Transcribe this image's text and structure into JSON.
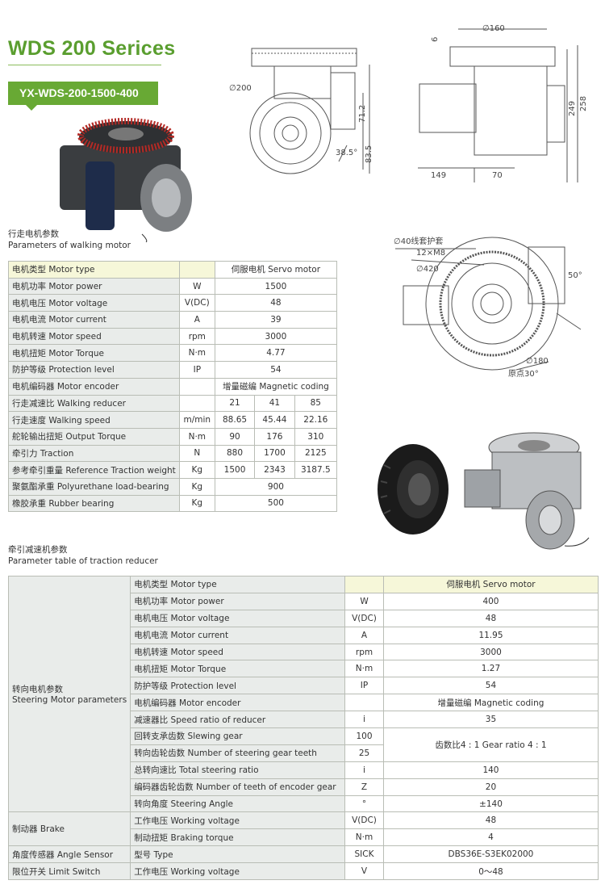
{
  "header": {
    "title": "WDS 200 Serices",
    "model": "YX-WDS-200-1500-400"
  },
  "drawing_labels": {
    "d200": "∅200",
    "d712": "71.2",
    "d835": "83.5",
    "a385": "38.5°",
    "d160": "∅160",
    "d6": "6",
    "d249": "249",
    "d258": "258",
    "d149": "149",
    "d70": "70",
    "hose": "∅40线套护套",
    "m8": "12×M8",
    "d420": "∅420",
    "a50": "50°",
    "d180": "∅180",
    "origin": "原点30°"
  },
  "walking": {
    "title_cn": "行走电机参数",
    "title_en": "Parameters of walking motor",
    "rows": [
      {
        "name": "电机类型 Motor type",
        "unit": "",
        "v": "伺服电机 Servo motor"
      },
      {
        "name": "电机功率 Motor power",
        "unit": "W",
        "v": "1500"
      },
      {
        "name": "电机电压 Motor voltage",
        "unit": "V(DC)",
        "v": "48"
      },
      {
        "name": "电机电流 Motor current",
        "unit": "A",
        "v": "39"
      },
      {
        "name": "电机转速 Motor speed",
        "unit": "rpm",
        "v": "3000"
      },
      {
        "name": "电机扭矩 Motor Torque",
        "unit": "N·m",
        "v": "4.77"
      },
      {
        "name": "防护等级 Protection level",
        "unit": "IP",
        "v": "54"
      },
      {
        "name": "电机编码器 Motor encoder",
        "unit": "",
        "v": "增量磁编 Magnetic coding"
      },
      {
        "name": "行走减速比 Walking reducer",
        "unit": "",
        "v1": "21",
        "v2": "41",
        "v3": "85"
      },
      {
        "name": "行走速度 Walking speed",
        "unit": "m/min",
        "v1": "88.65",
        "v2": "45.44",
        "v3": "22.16"
      },
      {
        "name": "舵轮输出扭矩 Output Torque",
        "unit": "N·m",
        "v1": "90",
        "v2": "176",
        "v3": "310"
      },
      {
        "name": "牵引力 Traction",
        "unit": "N",
        "v1": "880",
        "v2": "1700",
        "v3": "2125"
      },
      {
        "name": "参考牵引重量 Reference Traction weight",
        "unit": "Kg",
        "v1": "1500",
        "v2": "2343",
        "v3": "3187.5"
      },
      {
        "name": "聚氨酯承重 Polyurethane load-bearing",
        "unit": "Kg",
        "v": "900"
      },
      {
        "name": "橡胶承重 Rubber bearing",
        "unit": "Kg",
        "v": "500"
      }
    ]
  },
  "traction": {
    "title_cn": "牵引减速机参数",
    "title_en": "Parameter table of traction reducer",
    "group_steering_cn": "转向电机参数",
    "group_steering_en": "Steering Motor parameters",
    "group_brake": "制动器 Brake",
    "group_angle": "角度传感器 Angle Sensor",
    "group_limit": "限位开关 Limit Switch",
    "gear_ratio_note": "齿数比4 : 1  Gear ratio 4 : 1",
    "rows": [
      {
        "name": "电机类型 Motor type",
        "unit": "",
        "v": "伺服电机 Servo motor"
      },
      {
        "name": "电机功率 Motor power",
        "unit": "W",
        "v": "400"
      },
      {
        "name": "电机电压 Motor voltage",
        "unit": "V(DC)",
        "v": "48"
      },
      {
        "name": "电机电流 Motor current",
        "unit": "A",
        "v": "11.95"
      },
      {
        "name": "电机转速 Motor speed",
        "unit": "rpm",
        "v": "3000"
      },
      {
        "name": "电机扭矩 Motor Torque",
        "unit": "N·m",
        "v": "1.27"
      },
      {
        "name": "防护等级 Protection level",
        "unit": "IP",
        "v": "54"
      },
      {
        "name": "电机编码器 Motor encoder",
        "unit": "",
        "v": "增量磁编 Magnetic coding"
      },
      {
        "name": "减速器比 Speed ratio of reducer",
        "unit": "i",
        "v": "35"
      },
      {
        "name": "回转支承齿数 Slewing gear",
        "unit": "100",
        "v": ""
      },
      {
        "name": "转向齿轮齿数 Number of steering gear teeth",
        "unit": "25",
        "v": ""
      },
      {
        "name": "总转向速比 Total steering ratio",
        "unit": "i",
        "v": "140"
      },
      {
        "name": "编码器齿轮齿数 Number of teeth of encoder gear",
        "unit": "Z",
        "v": "20"
      },
      {
        "name": "转向角度 Steering Angle",
        "unit": "°",
        "v": "±140"
      },
      {
        "name": "工作电压 Working voltage",
        "unit": "V(DC)",
        "v": "48"
      },
      {
        "name": "制动扭矩 Braking torque",
        "unit": "N·m",
        "v": "4"
      },
      {
        "name": "型号 Type",
        "unit": "SICK",
        "v": "DBS36E-S3EK02000"
      },
      {
        "name": "工作电压 Working voltage",
        "unit": "V",
        "v": "0～48"
      }
    ]
  }
}
